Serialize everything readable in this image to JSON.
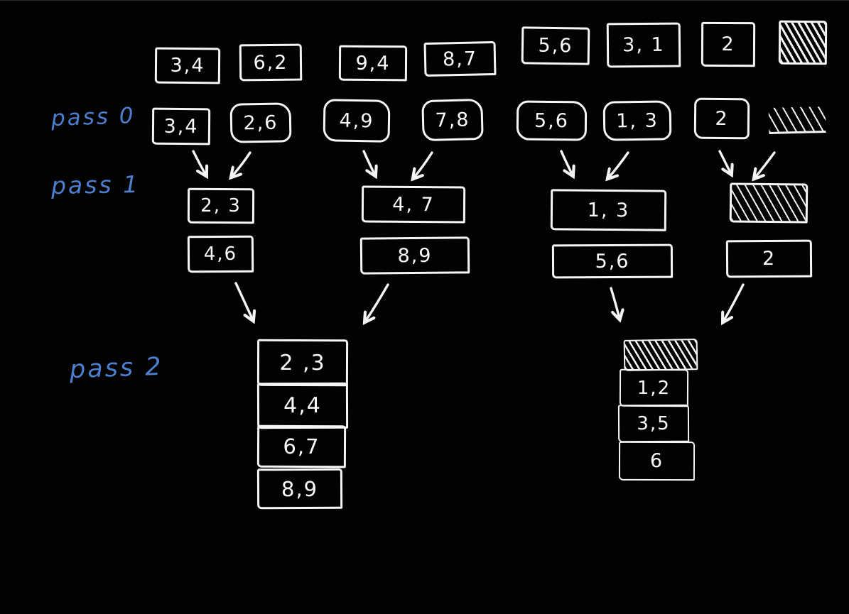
{
  "colors": {
    "background": "#000000",
    "ink": "#ffffff",
    "label_blue": "#4e7fce"
  },
  "labels": {
    "pass0": "pass 0",
    "pass1": "pass 1",
    "pass2": "pass 2"
  },
  "input_row": [
    "3,4",
    "6,2",
    "9,4",
    "8,7",
    "5,6",
    "3, 1",
    "2"
  ],
  "pass0_row": [
    "3,4",
    "2,6",
    "4,9",
    "7,8",
    "5,6",
    "1, 3",
    "2"
  ],
  "pass1_groups": {
    "g1": [
      "2, 3",
      "4,6"
    ],
    "g2": [
      "4, 7",
      "8,9"
    ],
    "g3": [
      "1, 3",
      "5,6"
    ],
    "g4": [
      "2"
    ]
  },
  "pass2_groups": {
    "g1": [
      "2 ,3",
      "4,4",
      "6,7",
      "8,9"
    ],
    "g2": [
      "1,2",
      "3,5",
      "6"
    ]
  }
}
